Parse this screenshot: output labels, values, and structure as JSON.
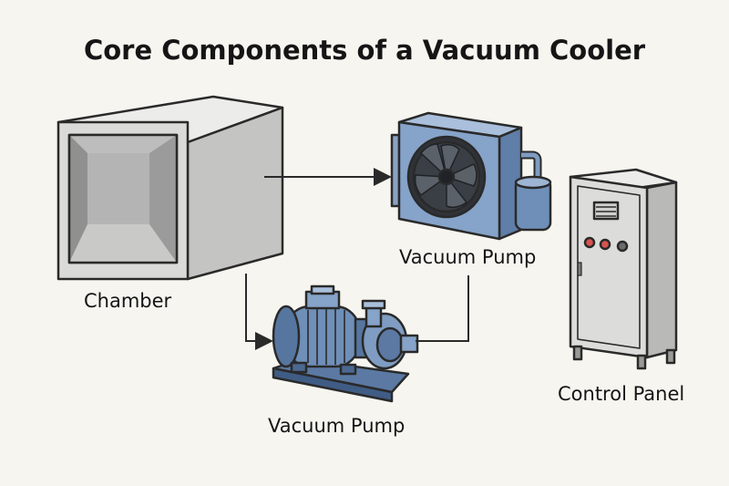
{
  "diagram": {
    "title": "Core Components of a Vacuum Cooler",
    "labels": {
      "chamber": "Chamber",
      "vacuum_pump_top": "Vacuum Pump",
      "vacuum_pump_bottom": "Vacuum Pump",
      "control_panel": "Control Panel"
    }
  },
  "colors": {
    "background": "#f6f5f0",
    "outline": "#2a2a2a",
    "chamber_face": "#d9d9d7",
    "chamber_side": "#bdbdbb",
    "steel_blue": "#6f8fb8",
    "cabinet_gray": "#dcdcda",
    "indicator_red": "#d9534f",
    "indicator_gray": "#6b6b6b"
  },
  "icons": {
    "chamber": "vacuum-chamber-icon",
    "condenser": "condenser-fan-icon",
    "pump": "centrifugal-pump-icon",
    "control_panel": "control-cabinet-icon"
  }
}
